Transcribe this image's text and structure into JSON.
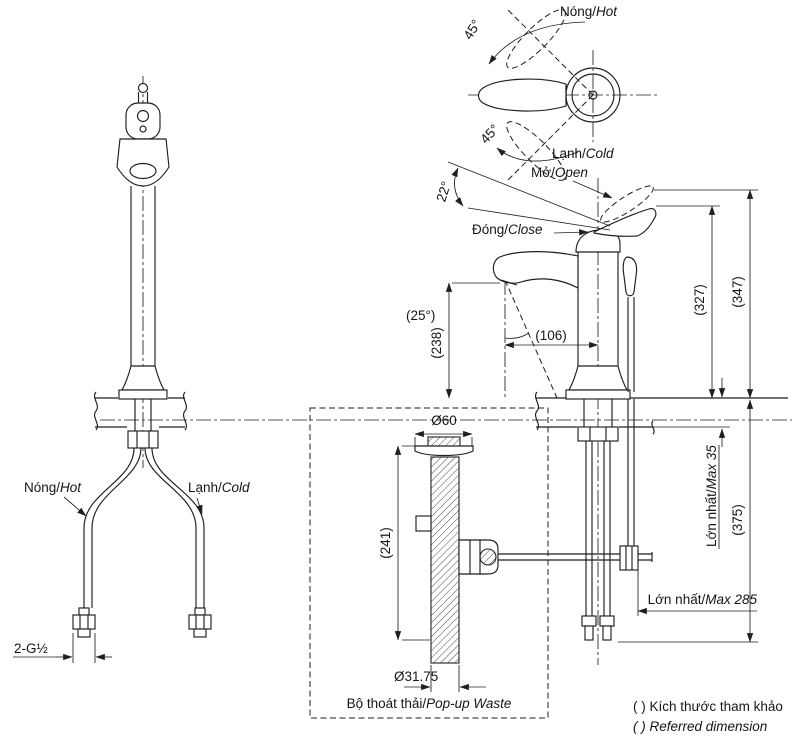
{
  "drawing": {
    "top_view": {
      "hot_vi": "Nóng/",
      "hot_en": "Hot",
      "cold_vi": "Lạnh/",
      "cold_en": "Cold",
      "angle_upper": "45°",
      "angle_lower": "45°"
    },
    "side_view": {
      "open_vi": "Mở/",
      "open_en": "Open",
      "close_vi": "Đóng/",
      "close_en": "Close",
      "handle_angle": "22°",
      "stream_angle": "(25°)",
      "dim_spout_reach": "(106)",
      "dim_spout_height": "(238)",
      "dim_height_closed": "(327)",
      "dim_height_open": "(347)",
      "dim_below_counter": "(375)",
      "max_deck_vi": "Lớn nhất/",
      "max_deck_en": "Max 35",
      "max_rod_vi": "Lớn nhất/",
      "max_rod_en": "Max 285"
    },
    "front_view": {
      "hot_vi": "Nóng/",
      "hot_en": "Hot",
      "cold_vi": "Lạnh/",
      "cold_en": "Cold",
      "thread_size": "2-G½"
    },
    "popup_view": {
      "dim_flange_dia": "Ø60",
      "dim_body_length": "(241)",
      "dim_tail_dia": "Ø31.75",
      "caption_vi": "Bộ thoát thải/",
      "caption_en": "Pop-up Waste"
    },
    "legend": {
      "note_vi": "(  ) Kích thước tham khảo",
      "note_en": "(  ) Referred dimension"
    }
  }
}
